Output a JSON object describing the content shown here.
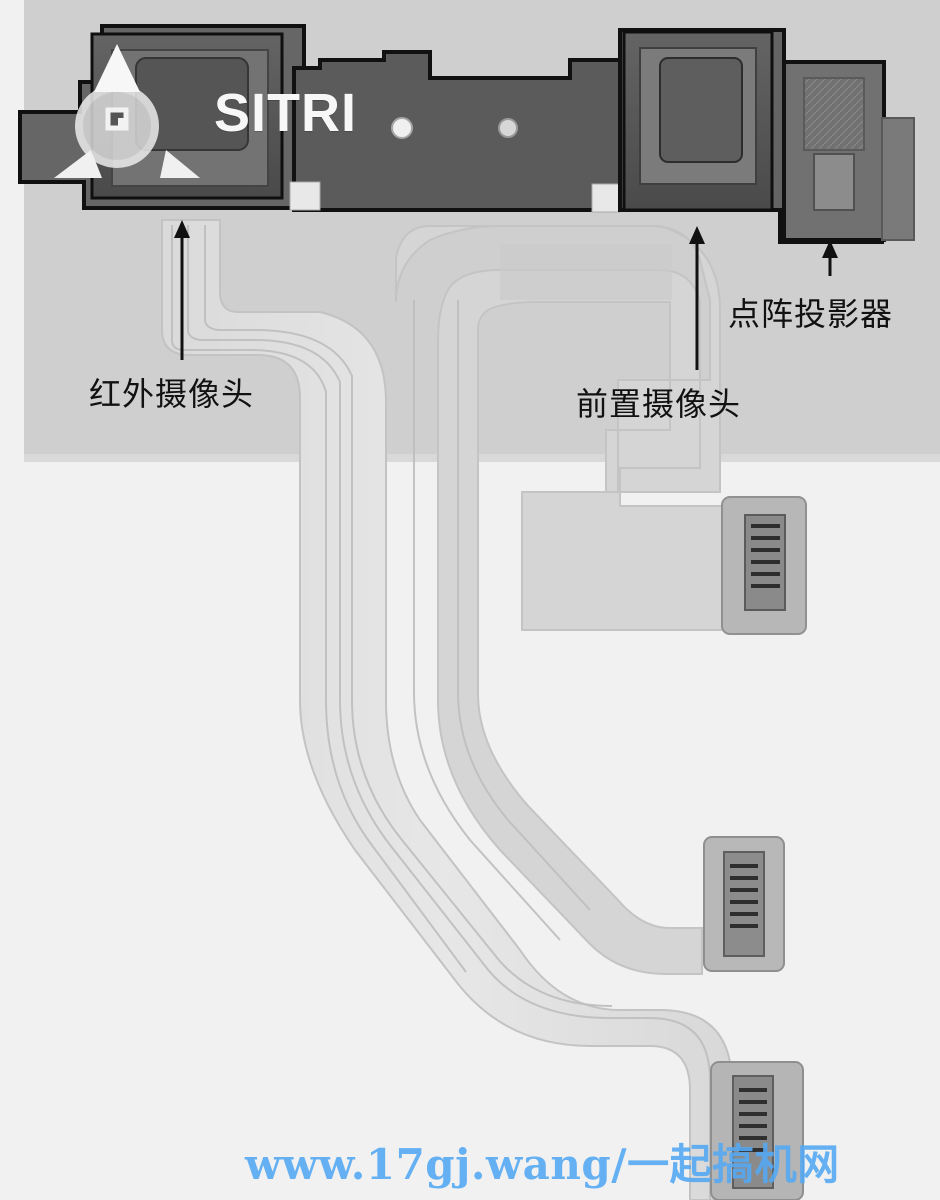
{
  "image": {
    "brand": "SITRI",
    "labels": {
      "ir_camera": "红外摄像头",
      "front_camera": "前置摄像头",
      "dot_projector": "点阵投影器"
    },
    "watermark": "www.17gj.wang/一起搞机网"
  }
}
